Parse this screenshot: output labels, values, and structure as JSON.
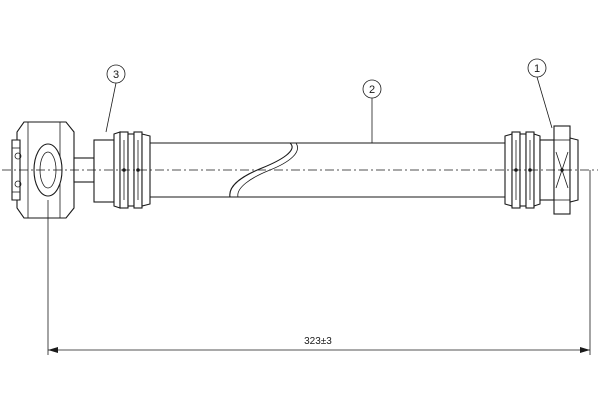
{
  "callouts": {
    "one": "1",
    "two": "2",
    "three": "3"
  },
  "dimension": {
    "length_label": "323±3"
  }
}
